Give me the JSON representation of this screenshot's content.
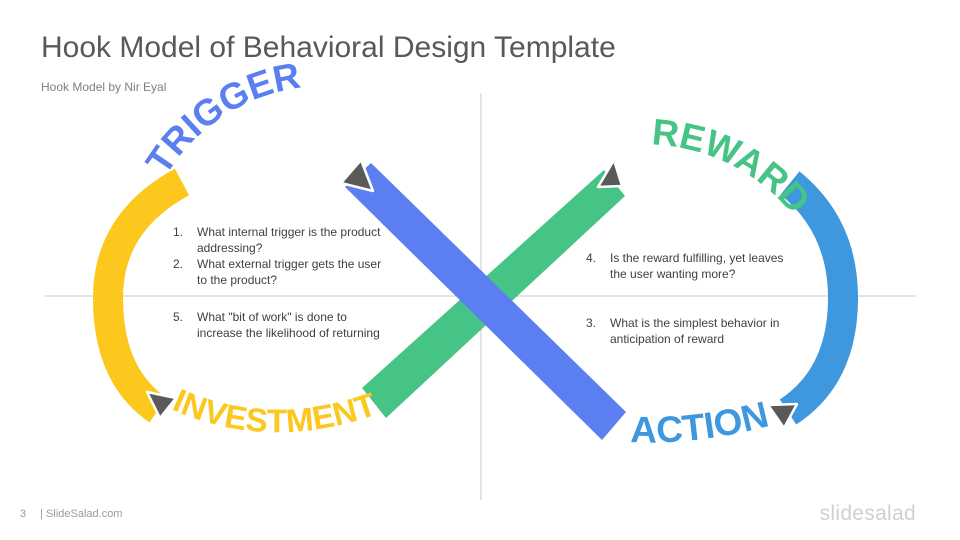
{
  "slide": {
    "title": "Hook Model of Behavioral Design Template",
    "subtitle": "Hook Model by Nir Eyal",
    "page_number": "3",
    "footer_source": "| SlideSalad.com",
    "brand": "slidesalad"
  },
  "phases": {
    "trigger": "TRIGGER",
    "reward": "REWARD",
    "action": "ACTION",
    "investment": "INVESTMENT"
  },
  "colors": {
    "trigger": "#5b7ff0",
    "action": "#3f97dd",
    "reward": "#45c486",
    "investment": "#fcc81e",
    "arrowhead": "#5a5a5a"
  },
  "questions_left": [
    {
      "num": "1.",
      "text": "What internal trigger is the product addressing?"
    },
    {
      "num": "2.",
      "text": "What external trigger gets the user to the product?"
    },
    {
      "num": "5.",
      "text": "What \"bit of work\" is done to increase the likelihood of returning"
    }
  ],
  "questions_right": [
    {
      "num": "4.",
      "text": "Is the reward fulfilling, yet leaves the user wanting more?"
    },
    {
      "num": "3.",
      "text": "What is the simplest behavior in anticipation of reward"
    }
  ]
}
